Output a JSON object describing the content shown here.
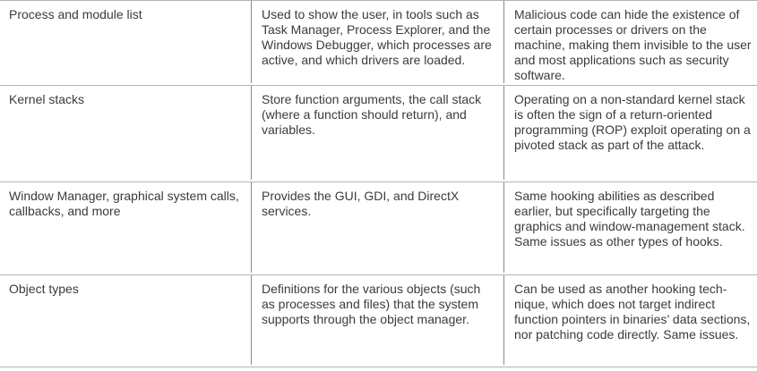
{
  "document": {
    "kind": "book-page-table-fragment",
    "colors": {
      "background": "#ffffff",
      "text": "#3b3b3b",
      "row_divider": "#b3b3b3",
      "column_divider": "#8a8a8a"
    }
  },
  "table": {
    "rows": [
      {
        "feature": "Process and module list",
        "purpose": "Used to show the user, in tools such as Task Manager, Process Explorer, and the Windows Debugger, which processes are active, and which drivers are loaded.",
        "risk": "Malicious code can hide the existence of certain processes or drivers on the machine, making them invisible to the user and most applications such as security software."
      },
      {
        "feature": "Kernel stacks",
        "purpose": "Store function arguments, the call stack (where a function should return), and variables.",
        "risk": "Operating on a non-standard kernel stack is often the sign of a return-oriented programming (ROP) exploit operating on a pivoted stack as part of the attack."
      },
      {
        "feature": "Window Manager, graphical system calls, callbacks, and more",
        "purpose": "Provides the GUI, GDI, and DirectX services.",
        "risk": "Same hooking abilities as described earlier, but specifically targeting the graphics and window-management stack. Same issues as other types of hooks."
      },
      {
        "feature": "Object types",
        "purpose": "Definitions for the various objects (such as processes and files) that the system supports through the object manager.",
        "risk": "Can be used as another hooking tech­nique, which does not target indirect function pointers in binaries’ data sections, nor patching code directly. Same issues."
      }
    ]
  }
}
